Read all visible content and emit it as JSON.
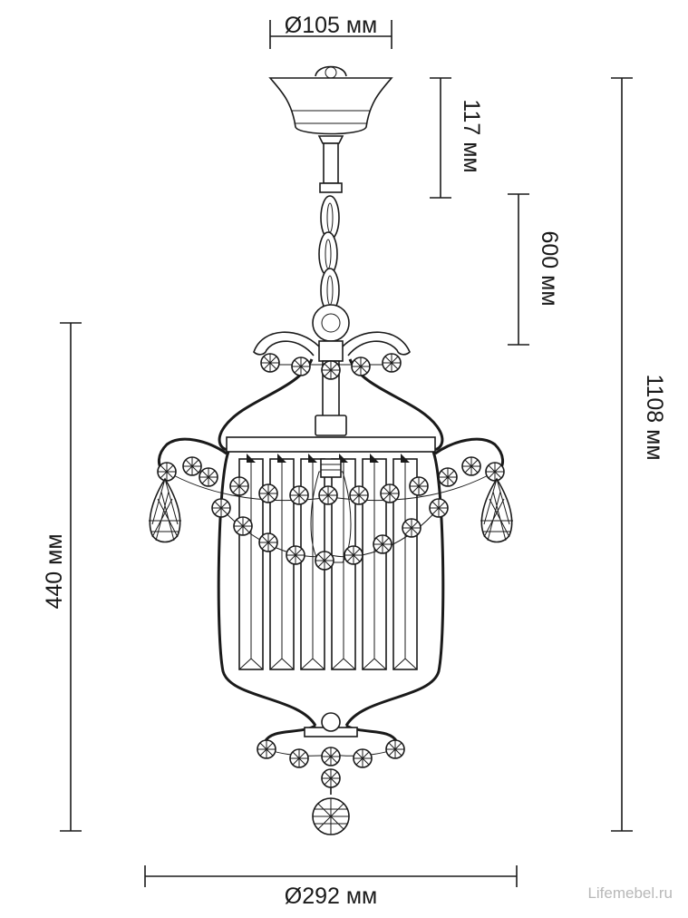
{
  "dimensions": {
    "top_diameter": "Ø105 мм",
    "canopy_height": "117 мм",
    "chain_length": "600 мм",
    "total_height": "1108 мм",
    "body_height": "440 мм",
    "bottom_diameter": "Ø292 мм"
  },
  "watermark": "Lifemebel.ru"
}
